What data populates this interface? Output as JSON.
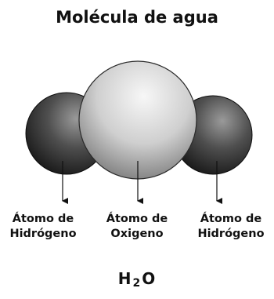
{
  "title": "Molécula de agua",
  "atoms": {
    "hydrogen_left": {
      "line1": "Átomo de",
      "line2": "Hidrógeno"
    },
    "oxygen": {
      "line1": "Átomo de",
      "line2": "Oxigeno"
    },
    "hydrogen_right": {
      "line1": "Átomo de",
      "line2": "Hidrógeno"
    }
  },
  "formula": {
    "element1": "H",
    "subscript": "2",
    "element2": "O"
  },
  "colors": {
    "hydrogen_dark": "#1a1a1a",
    "hydrogen_light": "#8c8c8c",
    "oxygen_dark": "#7a7a7a",
    "oxygen_light": "#f2f2f2",
    "arrow": "#111111"
  }
}
